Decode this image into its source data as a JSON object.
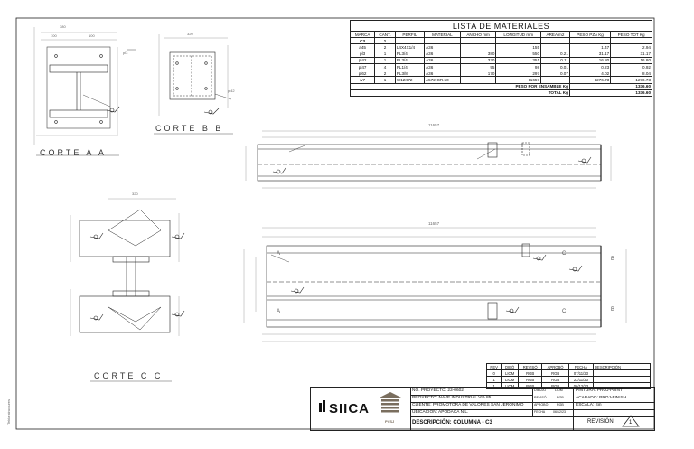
{
  "materials": {
    "title": "LISTA DE MATERIALES",
    "headers": [
      "MARCA",
      "CANT.",
      "PERFIL",
      "MATERIAL",
      "ANCHO mm",
      "LONGITUD mm",
      "AREA m2",
      "PESO PZA Kg",
      "PESO TOT Kg"
    ],
    "group_mark": "C3",
    "group_qty": "1",
    "rows": [
      [
        "a45",
        "2",
        "L4X4X1/4",
        "A36",
        "",
        "155",
        "",
        "1.47",
        "2.94"
      ],
      [
        "pl3",
        "1",
        "PL3/4",
        "A36",
        "380",
        "550",
        "0.21",
        "31.17",
        "31.17"
      ],
      [
        "pl42",
        "1",
        "PL3/4",
        "A36",
        "320",
        "351",
        "0.11",
        "16.80",
        "16.80"
      ],
      [
        "pl47",
        "4",
        "PL1/4",
        "A36",
        "95",
        "98",
        "0.01",
        "0.23",
        "0.92"
      ],
      [
        "pl62",
        "2",
        "PL3/8",
        "A36",
        "170",
        "297",
        "0.07",
        "4.02",
        "8.04"
      ],
      [
        "w7",
        "1",
        "W12X72",
        "A572-GR.50",
        "",
        "11657",
        "",
        "1276.73",
        "1276.73"
      ]
    ],
    "assembly_weight_label": "PESO POR ENSAMBLE Kg",
    "assembly_weight": "1336.60",
    "total_label": "TOTAL Kg",
    "total": "1336.60"
  },
  "sections": {
    "a": "CORTE  A  A",
    "b": "CORTE  B  B",
    "c": "CORTE  C  C"
  },
  "elevations": {
    "top_length": "11657",
    "bottom_length": "11657"
  },
  "revisions": {
    "headers": [
      "REV",
      "DIBÓ",
      "REVISÓ",
      "APROBÓ",
      "FECHA",
      "DESCRIPCIÓN"
    ],
    "rows": [
      [
        "0",
        "LIOM",
        "RGB",
        "RGB",
        "07/11/23",
        ""
      ],
      [
        "1",
        "LIOM",
        "RGB",
        "RGB",
        "22/11/23",
        ""
      ],
      [
        "1",
        "LIOM",
        "RGB",
        "RGB",
        "06/12/23",
        ""
      ]
    ]
  },
  "title_block": {
    "project_no": "NO. PROYECTO: 23-0602",
    "project": "PROYECTO: NAVE INDUSTRIAL VIA 85",
    "client": "CLIENTE: PROMOTORA DE VALORES SAN JERONIMO",
    "location": "UBICACIÓN: APODACA N.L.",
    "description": "DESCRIPCIÓN:  COLUMNA - C3",
    "drew_label": "DIBUJÓ",
    "drew": "LIOM",
    "reviewed_label": "REVISÓ",
    "reviewed": "RGB",
    "approved_label": "APROBÓ",
    "approved": "RGB",
    "date_label": "FECHA",
    "date": "06/12/23",
    "paint": "PINTURA:   PROJ-PAINT",
    "finish": "ACABADO:   PROJ-FINISH",
    "scale": "ESCALA:   Sin",
    "revision_label": "REVISIÓN:",
    "revision": "1",
    "logo_text": "SIICA",
    "logo2_text": "PVSJ"
  },
  "side_note": "Tekla structures"
}
